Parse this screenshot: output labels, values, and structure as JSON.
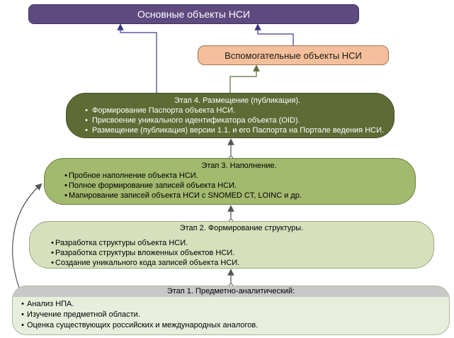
{
  "top_box": {
    "label": "Основные объекты НСИ"
  },
  "aux_box": {
    "label": "Вспомогательные объекты НСИ"
  },
  "stages": [
    {
      "title": "Этап 4. Размещение (публикация).",
      "items": [
        "Формирование Паспорта объекта НСИ.",
        "Присвоение уникального идентификатора объекта (OID).",
        "Размещение (публикация) версии 1.1. и его Паспорта на Портале ведения НСИ."
      ]
    },
    {
      "title": "Этап 3. Наполнение.",
      "items": [
        "Пробное наполнение объекта НСИ.",
        "Полное формирование записей объекта НСИ.",
        "Мапирование записей объекта НСИ с SNOMED CT, LOINC и др."
      ]
    },
    {
      "title": "Этап 2. Формирование структуры.",
      "items": [
        "Разработка структуры объекта НСИ.",
        "Разработка структуры вложенных объектов НСИ.",
        "Создание уникального кода записей объекта НСИ."
      ]
    },
    {
      "title": "Этап 1. Предметно-аналитический:",
      "items": [
        "Анализ НПА.",
        "Изучение предметной области.",
        "Оценка существующих российских и международных аналогов."
      ]
    }
  ],
  "colors": {
    "top": "#5e4a7e",
    "aux": "#f4bf9a",
    "stage4": "#5e6b35",
    "stage3": "#a2b96e",
    "stage2": "#d6e0bd",
    "stage1": "#e7eedb",
    "stage1_header": "#c8c8c8"
  }
}
